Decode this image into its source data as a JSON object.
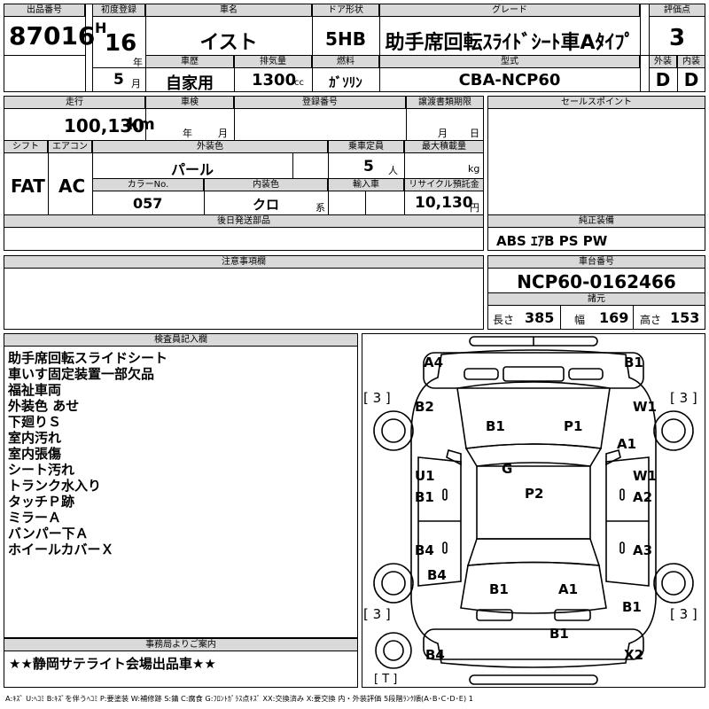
{
  "header": {
    "lot_no_label": "出品番号",
    "lot_no": "87016",
    "first_reg_label": "初度登録",
    "era": "H",
    "year": "16",
    "year_unit": "年",
    "month": "5",
    "month_unit": "月",
    "car_name_label": "車名",
    "car_name": "イスト",
    "door_label": "ドア形状",
    "door": "5HB",
    "grade_label": "グレード",
    "grade": "助手席回転ｽﾗｲﾄﾞｼｰﾄ車Aﾀｲﾌﾟ",
    "score_label": "評価点",
    "score": "3",
    "history_label": "車歴",
    "history": "自家用",
    "displacement_label": "排気量",
    "displacement": "1300",
    "displacement_unit": "cc",
    "fuel_label": "燃料",
    "fuel": "ｶﾞｿﾘﾝ",
    "model_label": "型式",
    "model": "CBA-NCP60",
    "exterior_label": "外装",
    "exterior": "D",
    "interior_label": "内装",
    "interior": "D"
  },
  "specs": {
    "mileage_label": "走行",
    "mileage": "100,130",
    "mileage_unit": "km",
    "inspection_label": "車検",
    "insp_year_unit": "年",
    "insp_month_unit": "月",
    "reg_no_label": "登録番号",
    "transfer_label": "譲渡書類期限",
    "transfer_month_unit": "月",
    "transfer_day_unit": "日",
    "shift_label": "シフト",
    "shift": "FAT",
    "ac_label": "エアコン",
    "ac": "AC",
    "color_label": "外装色",
    "color": "パール",
    "capacity_label": "乗車定員",
    "capacity": "5",
    "capacity_unit": "人",
    "max_load_label": "最大積載量",
    "max_load_unit": "kg",
    "color_no_label": "カラーNo.",
    "color_no": "057",
    "int_color_label": "内装色",
    "int_color": "クロ",
    "int_color_unit": "系",
    "import_label": "輸入車",
    "recycle_label": "リサイクル預託金",
    "recycle": "10,130",
    "recycle_unit": "円",
    "later_parts_label": "後日発送部品",
    "caution_label": "注意事項欄"
  },
  "right": {
    "sales_point_label": "セールスポイント",
    "equipment_label": "純正装備",
    "equipment": "ABS ｴｱB PS PW",
    "chassis_label": "車台番号",
    "chassis": "NCP60-0162466",
    "dims_label": "諸元",
    "length_label": "長さ",
    "length": "385",
    "width_label": "幅",
    "width": "169",
    "height_label": "高さ",
    "height": "153"
  },
  "inspector": {
    "label": "検査員記入欄",
    "notes": [
      "助手席回転スライドシート",
      "車いす固定装置一部欠品",
      "福祉車両",
      "外装色 あせ",
      "下廻りＳ",
      "室内汚れ",
      "室内張傷",
      "シート汚れ",
      "トランク水入り",
      "タッチＰ跡",
      "ミラーＡ",
      "バンパー下Ａ",
      "ホイールカバーＸ"
    ]
  },
  "office": {
    "label": "事務局よりご案内",
    "message": "★★静岡サテライト会場出品車★★"
  },
  "diagram_marks": {
    "a4": "A4",
    "b1_fr": "B1",
    "t3_tl": "[ 3 ]",
    "t3_tr": "[ 3 ]",
    "b2": "B2",
    "w1_r": "W1",
    "b1_hood": "B1",
    "p1": "P1",
    "a1_r": "A1",
    "g": "G",
    "u1": "U1",
    "w1_r2": "W1",
    "b1_l": "B1",
    "p2": "P2",
    "a2": "A2",
    "b4_l": "B4",
    "a3": "A3",
    "b4_lw": "B4",
    "b1_t": "B1",
    "a1_t": "A1",
    "b1_rw": "B1",
    "t3_bl": "[ 3 ]",
    "t3_br": "[ 3 ]",
    "b1_rb": "B1",
    "b4_rb": "B4",
    "x2": "X2",
    "t_label": "[ T ]"
  },
  "legend": "A:ｷｽﾞ U:ﾍｺﾐ B:ｷｽﾞを伴うﾍｺﾐ P:要塗装 W:補修跡 S:錆 C:腐食 G:ﾌﾛﾝﾄｶﾞﾗｽ点ｷｽﾞ XX:交換済み X:要交換 内・外装評価 5段階ﾗﾝｸ順(A･B･C･D･E) 1"
}
